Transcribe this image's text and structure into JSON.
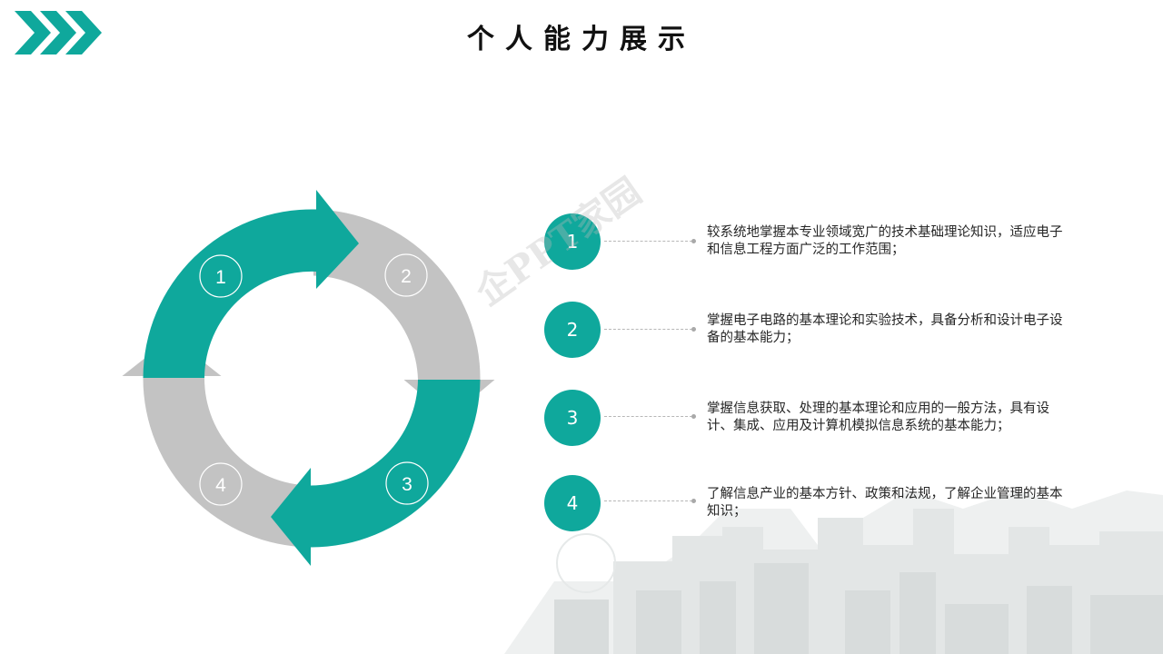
{
  "slide": {
    "title": "个人能力展示",
    "accent_color": "#0fa89c",
    "secondary_color": "#c3c3c3",
    "decor_icon": "chevrons-right-icon"
  },
  "cycle": {
    "labels": [
      "1",
      "2",
      "3",
      "4"
    ]
  },
  "items": [
    {
      "number": "1",
      "text": "较系统地掌握本专业领域宽广的技术基础理论知识，适应电子和信息工程方面广泛的工作范围；"
    },
    {
      "number": "2",
      "text": "掌握电子电路的基本理论和实验技术，具备分析和设计电子设备的基本能力；"
    },
    {
      "number": "3",
      "text": "掌握信息获取、处理的基本理论和应用的一般方法，具有设计、集成、应用及计算机模拟信息系统的基本能力；"
    },
    {
      "number": "4",
      "text": "了解信息产业的基本方针、政策和法规，了解企业管理的基本知识；"
    }
  ],
  "watermark": {
    "text": "企PPT家园"
  }
}
